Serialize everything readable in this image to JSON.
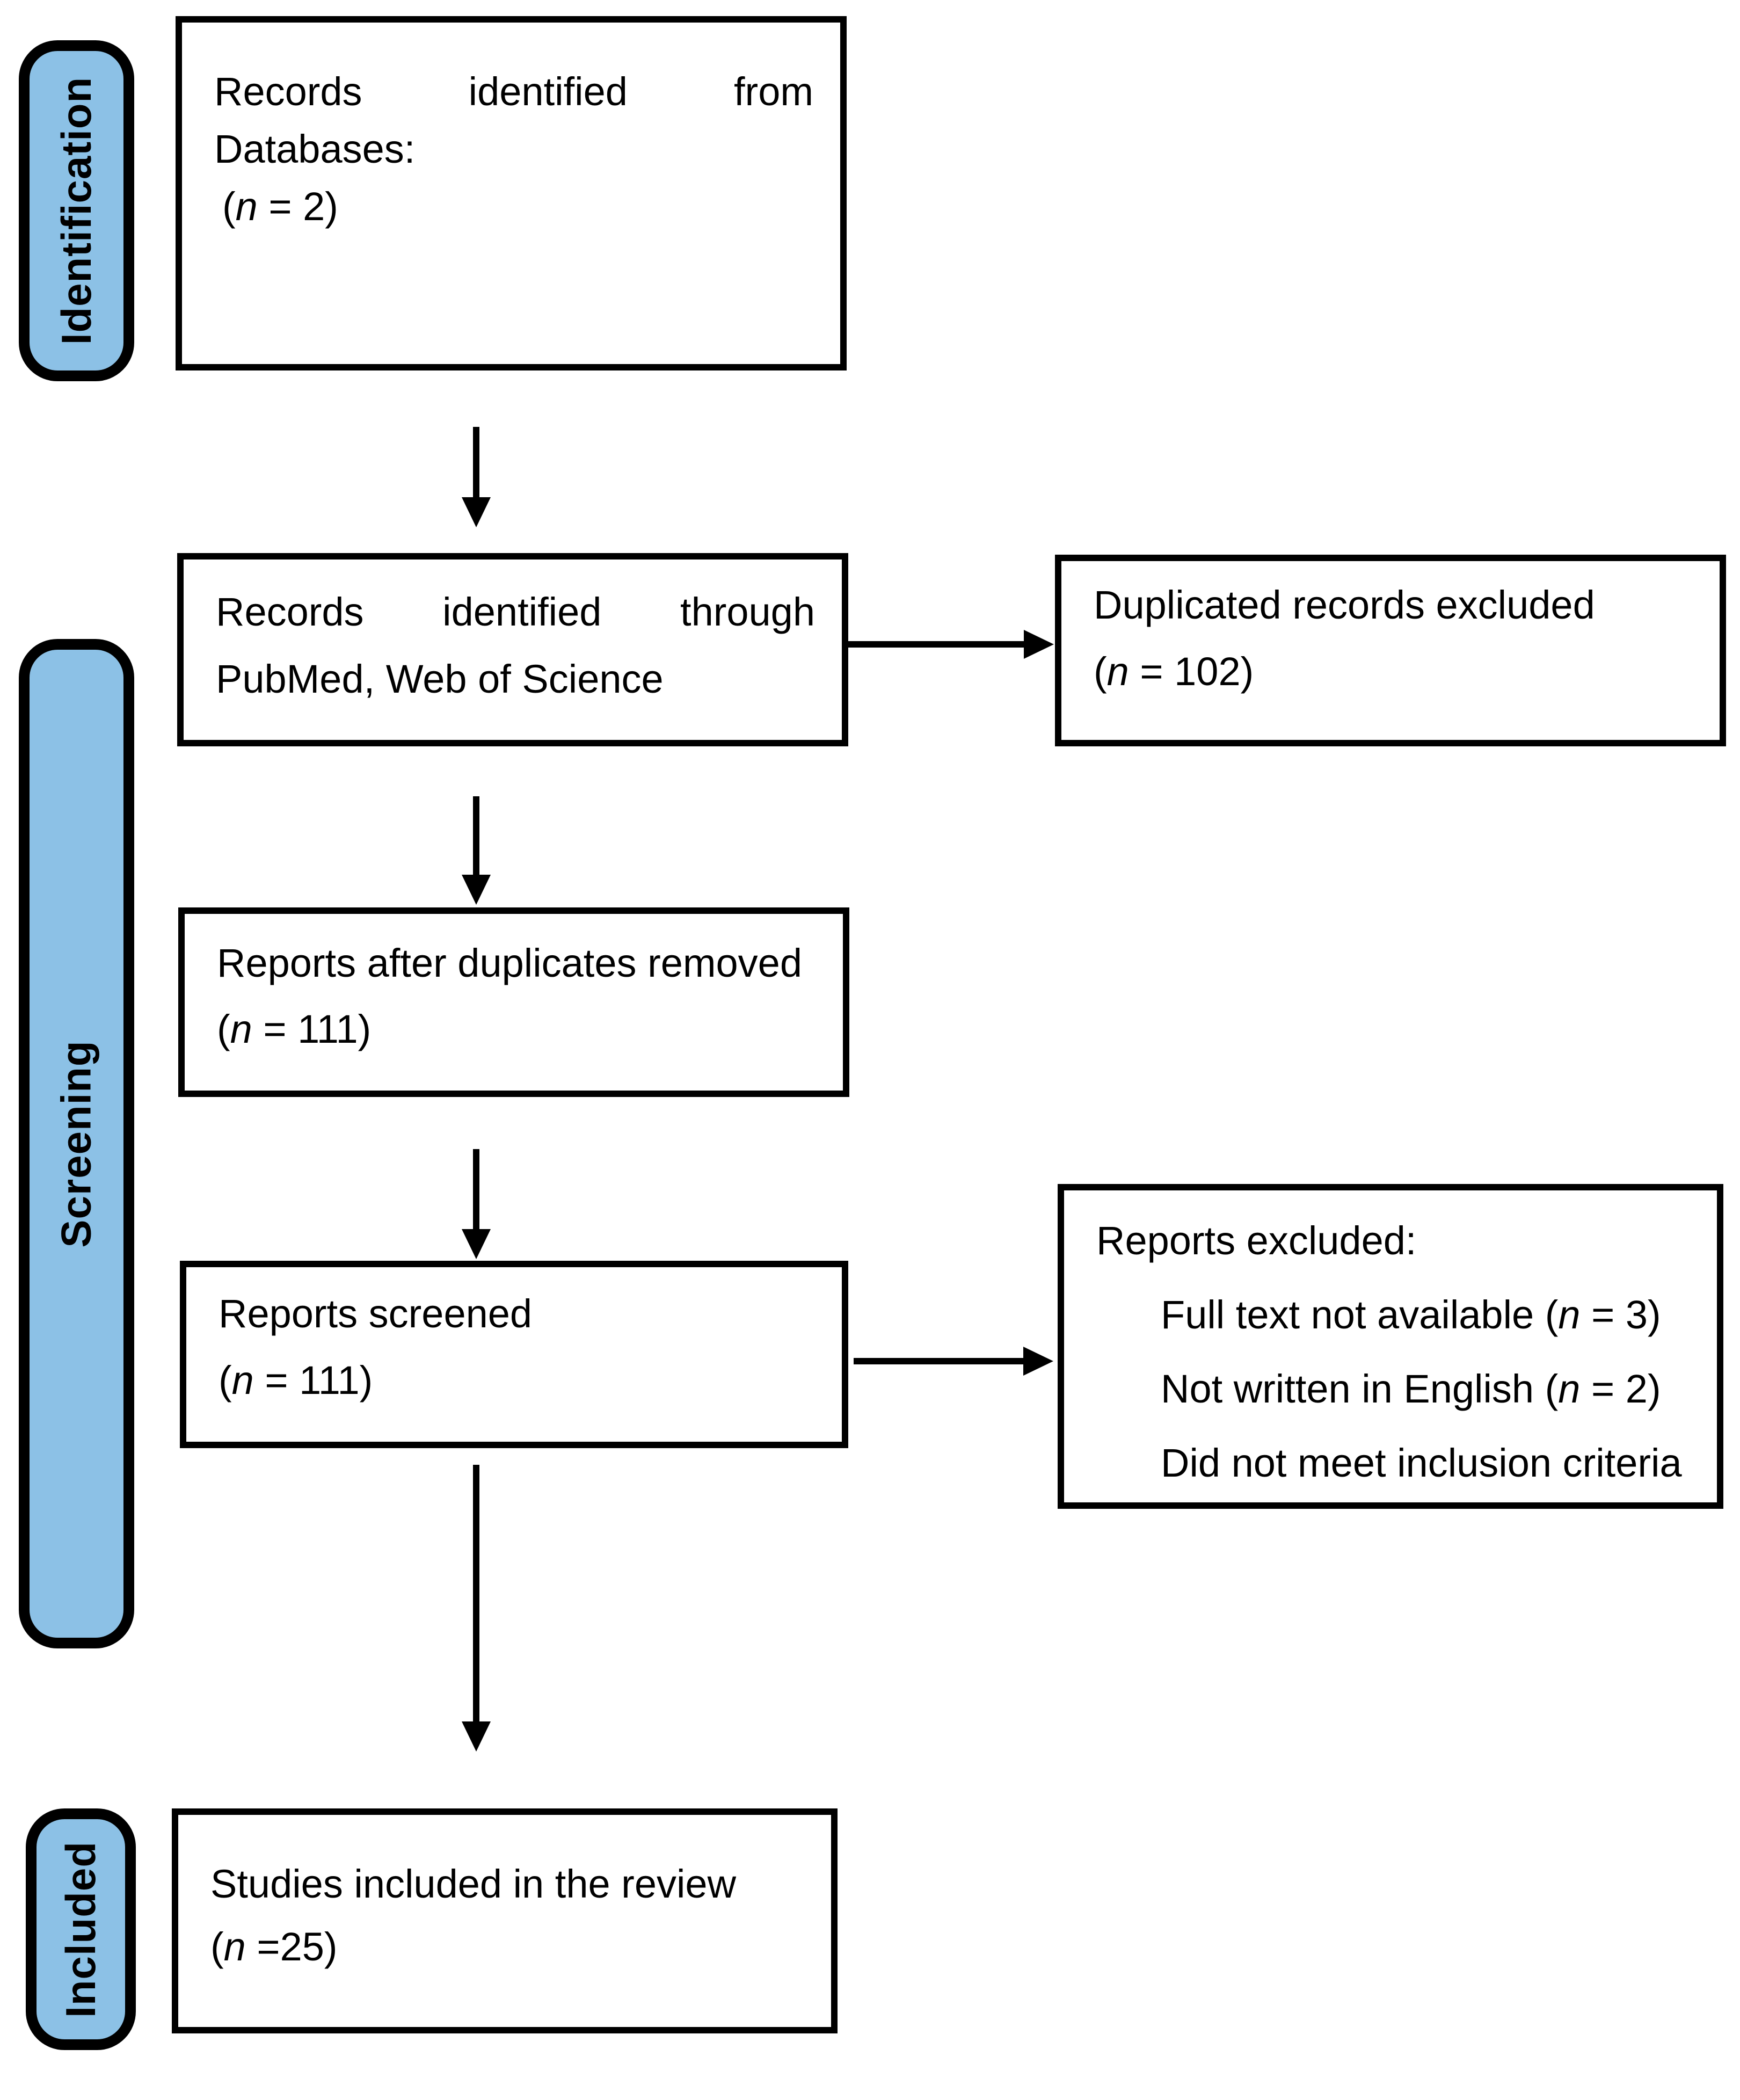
{
  "colors": {
    "stage_fill": "#8CC1E6",
    "border": "#000000",
    "background": "#FFFFFF"
  },
  "stages": [
    {
      "id": "identification",
      "label": "Identification"
    },
    {
      "id": "screening",
      "label": "Screening"
    },
    {
      "id": "included",
      "label": "Included"
    }
  ],
  "boxes": {
    "records_databases": {
      "lines": [
        {
          "justify": true,
          "segments": [
            {
              "t": "Records identified from"
            }
          ]
        },
        {
          "segments": [
            {
              "t": "Databases:"
            }
          ]
        },
        {
          "indent": 15,
          "segments": [
            {
              "t": "("
            },
            {
              "t": "n",
              "italic": true
            },
            {
              "t": " = 2)"
            }
          ]
        }
      ]
    },
    "records_pubmed": {
      "lines": [
        {
          "justify": true,
          "segments": [
            {
              "t": "Records identified through"
            }
          ]
        },
        {
          "segments": [
            {
              "t": "PubMed, Web of Science"
            }
          ]
        }
      ]
    },
    "duplicates_excluded": {
      "lines": [
        {
          "segments": [
            {
              "t": "Duplicated records excluded"
            }
          ]
        },
        {
          "segments": [
            {
              "t": "("
            },
            {
              "t": "n",
              "italic": true
            },
            {
              "t": " = 102)"
            }
          ]
        }
      ]
    },
    "after_duplicates": {
      "lines": [
        {
          "segments": [
            {
              "t": "Reports after duplicates removed"
            }
          ]
        },
        {
          "segments": [
            {
              "t": "("
            },
            {
              "t": "n",
              "italic": true
            },
            {
              "t": " = 111)"
            }
          ]
        }
      ]
    },
    "reports_screened": {
      "lines": [
        {
          "segments": [
            {
              "t": "Reports screened"
            }
          ]
        },
        {
          "segments": [
            {
              "t": "("
            },
            {
              "t": "n",
              "italic": true
            },
            {
              "t": " = 111)"
            }
          ]
        }
      ]
    },
    "reports_excluded": {
      "lines": [
        {
          "segments": [
            {
              "t": "Reports excluded:"
            }
          ]
        },
        {
          "indent": 120,
          "segments": [
            {
              "t": "Full text not available ("
            },
            {
              "t": "n",
              "italic": true
            },
            {
              "t": " = 3)"
            }
          ]
        },
        {
          "indent": 120,
          "segments": [
            {
              "t": "Not written in English ("
            },
            {
              "t": "n",
              "italic": true
            },
            {
              "t": " = 2)"
            }
          ]
        },
        {
          "indent": 120,
          "segments": [
            {
              "t": "Did not meet inclusion criteria"
            }
          ]
        }
      ]
    },
    "studies_included": {
      "lines": [
        {
          "segments": [
            {
              "t": "Studies included in the review"
            }
          ]
        },
        {
          "segments": [
            {
              "t": "("
            },
            {
              "t": "n",
              "italic": true
            },
            {
              "t": " =25)"
            }
          ]
        }
      ]
    }
  }
}
